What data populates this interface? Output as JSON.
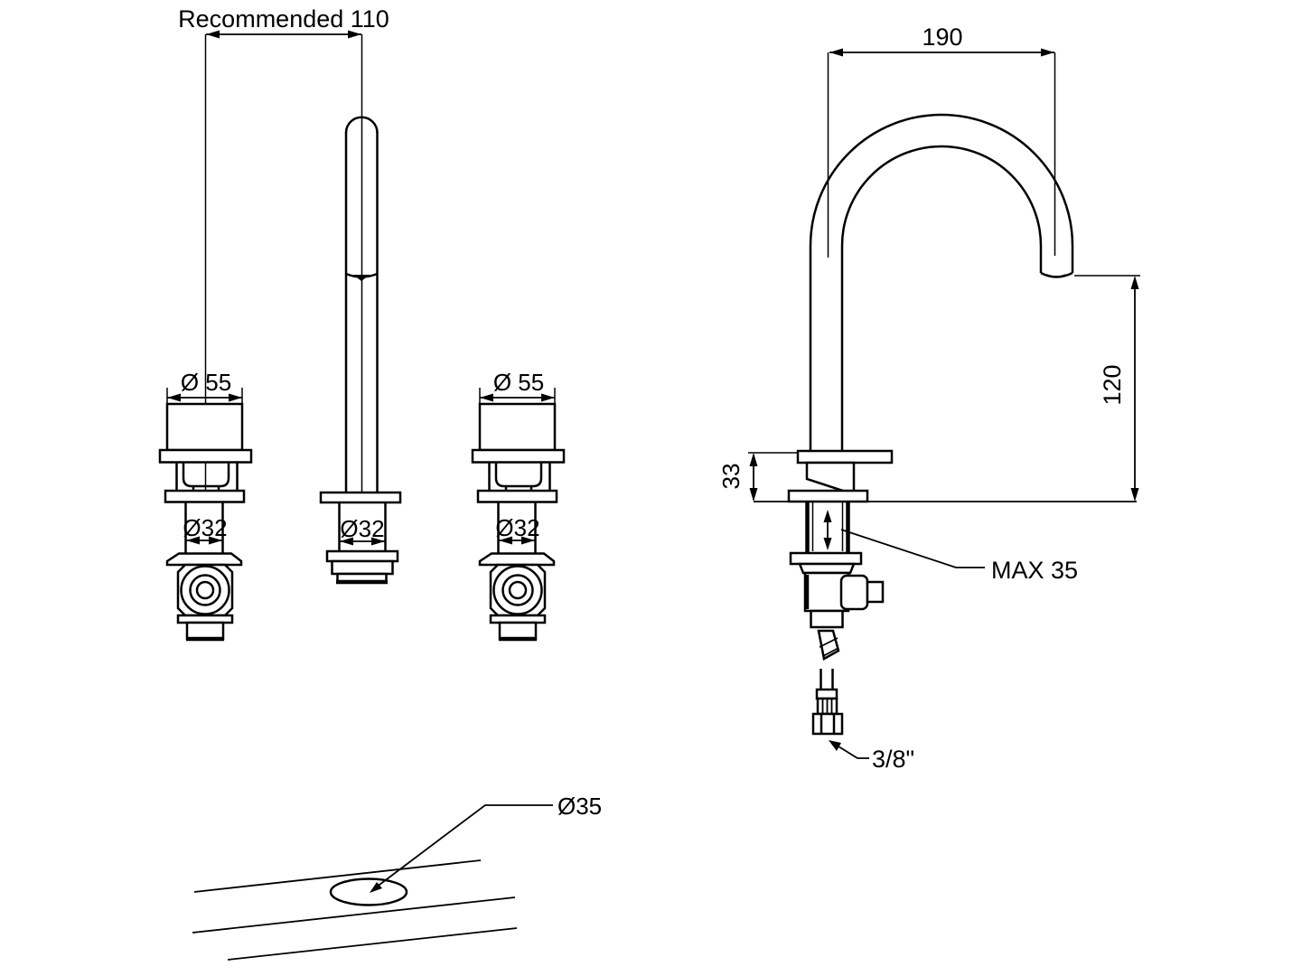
{
  "drawing": {
    "background": "#ffffff",
    "line_color": "#000000",
    "front_view": {
      "recommended_spacing": "Recommended 110",
      "left_handle_diameter": "Ø 55",
      "right_handle_diameter": "Ø 55",
      "left_shank_diameter": "Ø32",
      "spout_shank_diameter": "Ø32",
      "right_shank_diameter": "Ø32"
    },
    "side_view": {
      "spout_reach": "190",
      "spout_height": "120",
      "body_height": "33",
      "max_deck_thickness": "MAX 35",
      "supply_connection": "3/8\""
    },
    "installation_view": {
      "hole_diameter": "Ø35"
    }
  }
}
